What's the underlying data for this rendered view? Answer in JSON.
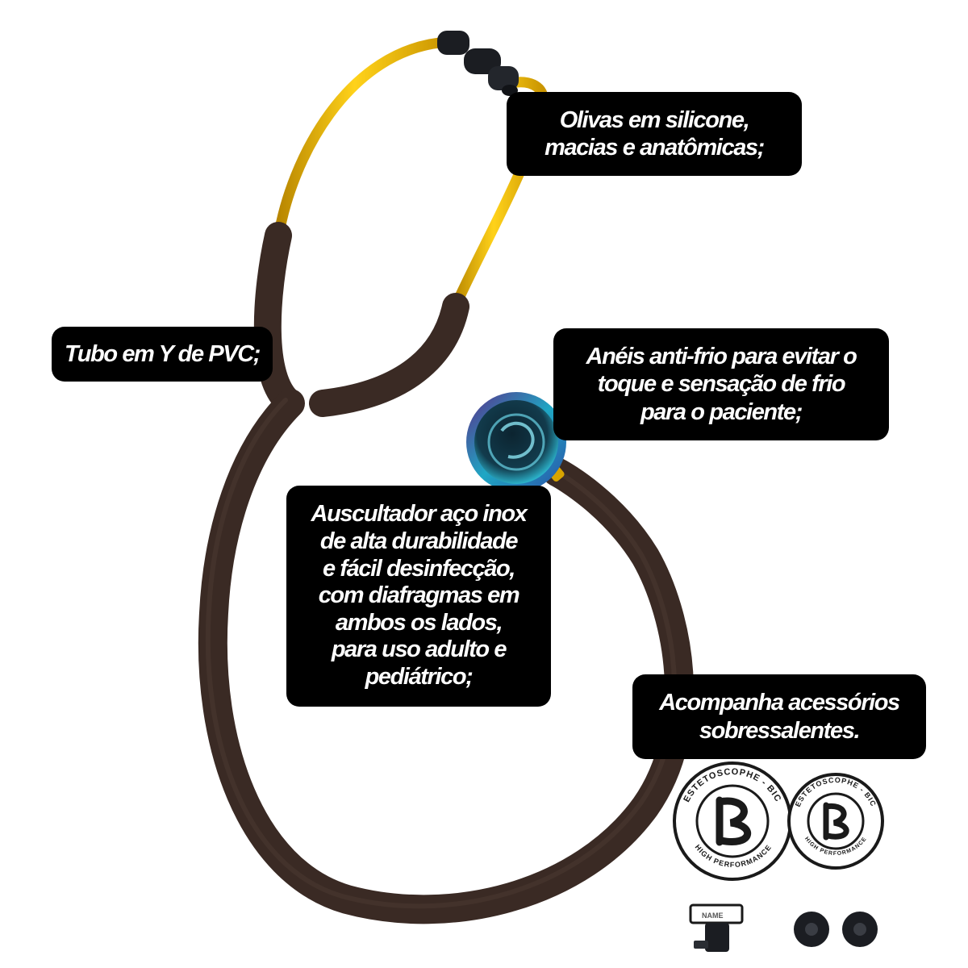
{
  "callouts": {
    "olivas": "Olivas em silicone,\nmacias e anatômicas;",
    "tubo": "Tubo em Y de PVC;",
    "aneis": "Anéis anti-frio para evitar o\ntoque e sensação de frio\npara o paciente;",
    "auscultador": "Auscultador aço inox\nde alta durabilidade\ne fácil desinfecção,\ncom diafragmas em\nambos os lados,\npara uso adulto e\npediátrico;",
    "acessorios": "Acompanha acessórios\nsobressalentes."
  },
  "diaphragm_large": {
    "arc_top": "ESTETOSCOPHE - BIC",
    "arc_bottom": "HIGH PERFORMANCE"
  },
  "diaphragm_small": {
    "arc_top": "ESTETOSCOPHE - BIC",
    "arc_bottom": "HIGH PERFORMANCE"
  },
  "name_tag": {
    "label": "NAME"
  },
  "colors": {
    "background": "#ffffff",
    "callout_bg": "#000000",
    "callout_text": "#ffffff",
    "tube": "#3a2a24",
    "binaural": "#e8b400",
    "chestpiece": "#1e8fb0",
    "eartips": "#1b1d22"
  }
}
